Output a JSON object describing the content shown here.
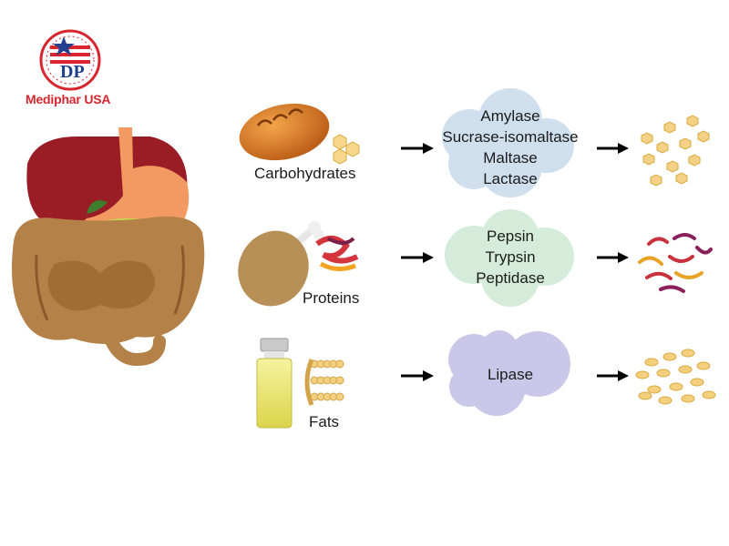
{
  "brand": {
    "logo_letters": "DP",
    "name": "Mediphar USA"
  },
  "rows": [
    {
      "nutrient": "Carbohydrates",
      "enzymes": [
        "Amylase",
        "Sucrase-isomaltase",
        "Maltase",
        "Lactase"
      ],
      "cloud_color": "#cfdfee",
      "product_color": "#f4d187"
    },
    {
      "nutrient": "Proteins",
      "enzymes": [
        "Pepsin",
        "Trypsin",
        "Peptidase"
      ],
      "cloud_color": "#d5ecda",
      "product_color": "#c8323c"
    },
    {
      "nutrient": "Fats",
      "enzymes": [
        "Lipase"
      ],
      "cloud_color": "#cbc7e8",
      "product_color": "#f3cf7e"
    }
  ]
}
